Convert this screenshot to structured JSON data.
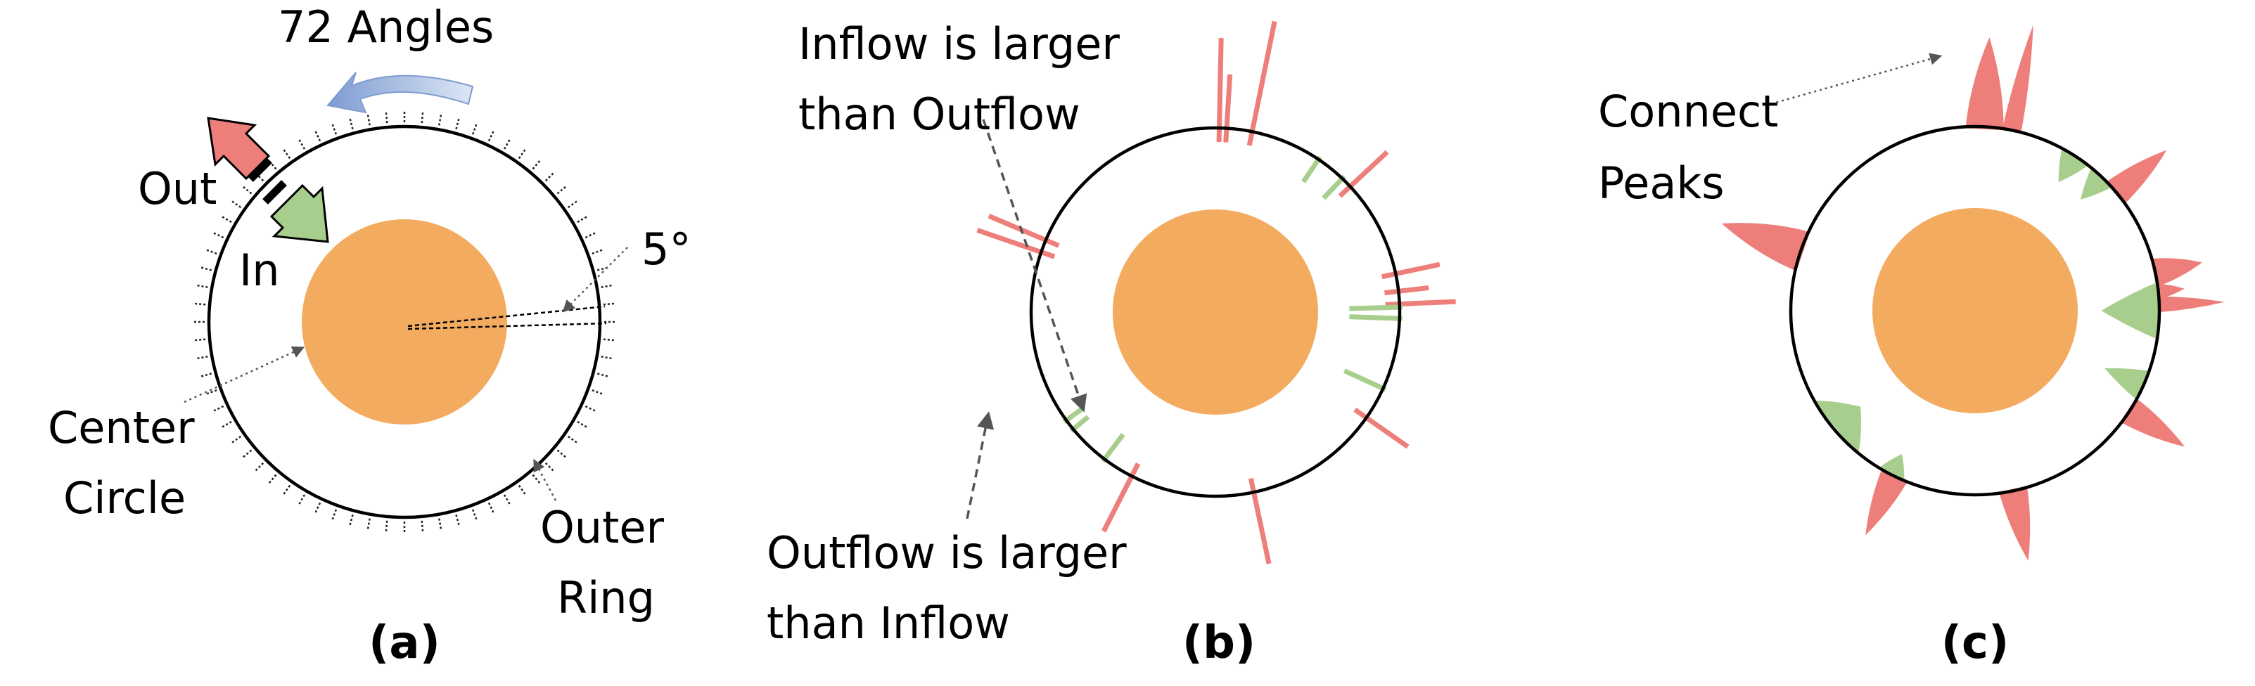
{
  "panel_a": {
    "caption": "(a)",
    "angles_label": "72 Angles",
    "out_label": "Out",
    "in_label": "In",
    "degree_label": "5°",
    "center_label_line1": "Center",
    "center_label_line2": "Circle",
    "outer_label_line1": "Outer",
    "outer_label_line2": "Ring"
  },
  "panel_b": {
    "caption": "(b)",
    "inflow_line1": "Inflow is larger",
    "inflow_line2": "than Outflow",
    "outflow_line1": "Outflow is larger",
    "outflow_line2": "than Inflow"
  },
  "panel_c": {
    "caption": "(c)",
    "peaks_line1": "Connect",
    "peaks_line2": "Peaks"
  },
  "colors": {
    "center": "#F2AB5F",
    "outflow": "#EE7E79",
    "inflow": "#A8CE8D",
    "ring": "#000000",
    "out_arrow": "#EE7E79",
    "in_arrow": "#A8CE8D",
    "curved_arrow": "#A8BEE4"
  },
  "flows_b": {
    "out": [
      {
        "deg": 88.8,
        "value": 0.8
      },
      {
        "deg": 86.5,
        "value": 0.48
      },
      {
        "deg": 78.5,
        "value": 1.0
      },
      {
        "deg": 43.0,
        "value": 0.45
      },
      {
        "deg": 12.0,
        "value": 0.4
      },
      {
        "deg": 6.5,
        "value": 0.27
      },
      {
        "deg": 2.5,
        "value": 0.5
      },
      {
        "deg": -35.0,
        "value": 0.45
      },
      {
        "deg": -78.0,
        "value": 0.65
      },
      {
        "deg": -117.0,
        "value": 0.55
      },
      {
        "deg": 157.0,
        "value": 0.55
      },
      {
        "deg": 161.0,
        "value": 0.6
      }
    ],
    "in": [
      {
        "deg": 56.0,
        "value": 0.35
      },
      {
        "deg": 46.5,
        "value": 0.35
      },
      {
        "deg": 1.5,
        "value": 0.65
      },
      {
        "deg": -2.0,
        "value": 0.65
      },
      {
        "deg": -24.5,
        "value": 0.55
      },
      {
        "deg": -127.0,
        "value": 0.4
      },
      {
        "deg": -144.0,
        "value": 0.25
      },
      {
        "deg": -140.5,
        "value": 0.25
      }
    ]
  },
  "peaks_c": {
    "out": [
      {
        "deg": 87.0,
        "value": 0.75,
        "width": 12
      },
      {
        "deg": 78.5,
        "value": 0.9,
        "width": 6
      },
      {
        "deg": 40.0,
        "value": 0.55,
        "width": 9
      },
      {
        "deg": 12.0,
        "value": 0.4,
        "width": 9
      },
      {
        "deg": 6.0,
        "value": 0.22,
        "width": 5
      },
      {
        "deg": 2.0,
        "value": 0.55,
        "width": 5
      },
      {
        "deg": -33.0,
        "value": 0.55,
        "width": 9
      },
      {
        "deg": -78.0,
        "value": 0.6,
        "width": 9
      },
      {
        "deg": -116.0,
        "value": 0.55,
        "width": 9
      },
      {
        "deg": 161.0,
        "value": 0.7,
        "width": 13
      }
    ],
    "in": [
      {
        "deg": 57.0,
        "value": 0.4,
        "width": 10
      },
      {
        "deg": 46.5,
        "value": 0.4,
        "width": 9
      },
      {
        "deg": 0.0,
        "value": 0.75,
        "width": 18
      },
      {
        "deg": -24.0,
        "value": 0.55,
        "width": 10
      },
      {
        "deg": -140.0,
        "value": 0.45,
        "width": 22
      },
      {
        "deg": -117.0,
        "value": 0.3,
        "width": 9
      }
    ]
  }
}
